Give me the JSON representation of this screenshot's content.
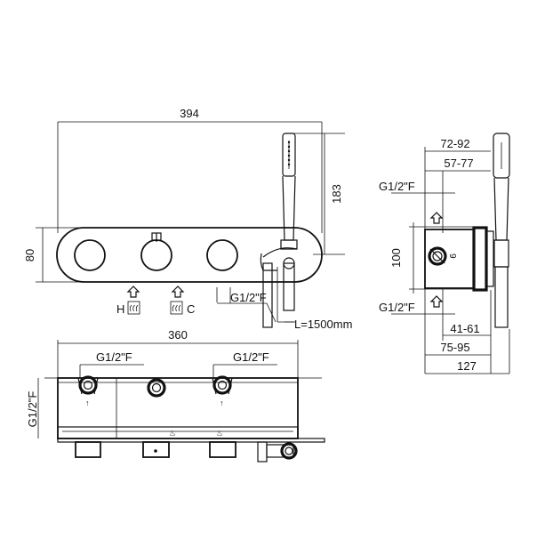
{
  "front_view": {
    "width_label": "394",
    "height_label": "80",
    "shower_height_label": "183",
    "hot_label": "H",
    "cold_label": "C",
    "outlet_label": "G1/2\"F",
    "hose_label": "L=1500mm"
  },
  "side_view": {
    "depth1_label": "72-92",
    "depth2_label": "57-77",
    "top_port_label": "G1/2\"F",
    "height_label": "100",
    "bottom_port_label": "G1/2\"F",
    "depth3_label": "41-61",
    "depth4_label": "75-95",
    "total_depth_label": "127"
  },
  "body_view": {
    "width_label": "360",
    "port_left_label": "G1/2\"F",
    "port_right_label": "G1/2\"F",
    "side_port_label": "G1/2\"F"
  }
}
